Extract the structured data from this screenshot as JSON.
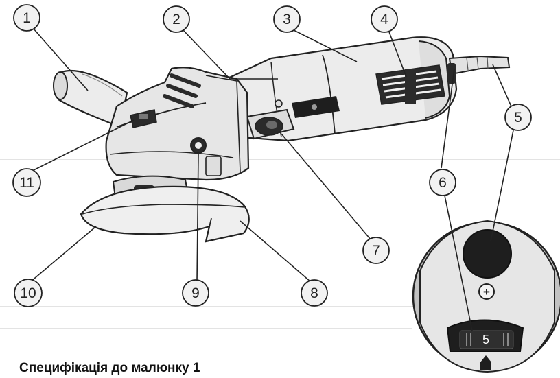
{
  "caption": "Специфікація до малюнку 1",
  "callouts": [
    "1",
    "2",
    "3",
    "4",
    "5",
    "6",
    "7",
    "8",
    "9",
    "10",
    "11"
  ],
  "dial": {
    "speed_value": "5",
    "plus_symbol": "+"
  },
  "colors": {
    "stroke": "#222222",
    "callout_fill": "#f2f2f2",
    "body_fill": "#e9e9e9",
    "dark_part": "#2a2a2a"
  }
}
